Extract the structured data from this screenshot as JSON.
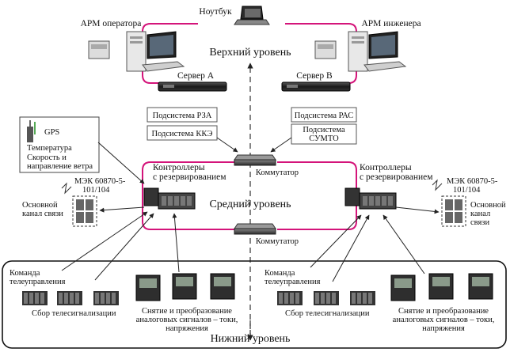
{
  "levels": {
    "top": "Верхний уровень",
    "middle": "Средний уровень",
    "bottom": "Нижний уровень"
  },
  "top": {
    "laptop": "Ноутбук",
    "operator_ws": "АРМ оператора",
    "engineer_ws": "АРМ инженера",
    "server_a": "Сервер А",
    "server_b": "Сервер В"
  },
  "subsystems": {
    "rza": "Подсистема РЗА",
    "kke": "Подсистема ККЭ",
    "ras": "Подсистема РАС",
    "sumto_line1": "Подсистема",
    "sumto_line2": "СУМТО"
  },
  "switches": {
    "upper": "Коммутатор",
    "lower": "Коммутатор"
  },
  "middle": {
    "ctrl_left_line1": "Контроллеры",
    "ctrl_left_line2": "с резервированием",
    "ctrl_right_line1": "Контроллеры",
    "ctrl_right_line2": "с резервированием"
  },
  "weather": {
    "gps": "GPS",
    "temp": "Температура",
    "wind_line1": "Скорость и",
    "wind_line2": "направление ветра"
  },
  "comm_left": {
    "std_line1": "МЭК 60870-5-",
    "std_line2": "101/104",
    "channel_line1": "Основной",
    "channel_line2": "канал связи"
  },
  "comm_right": {
    "std_line1": "МЭК 60870-5-",
    "std_line2": "101/104",
    "channel_line1": "Основной",
    "channel_line2": "канал",
    "channel_line3": "связи"
  },
  "bottom_left": {
    "cmd_line1": "Команда",
    "cmd_line2": "телеуправления",
    "collect": "Сбор телесигнализации",
    "analog_line1": "Снятие и преобразование",
    "analog_line2": "аналоговых сигналов – токи,",
    "analog_line3": "напряжения"
  },
  "bottom_right": {
    "cmd_line1": "Команда",
    "cmd_line2": "телеуправления",
    "collect": "Сбор телесигнализации",
    "analog_line1": "Снятие и преобразование",
    "analog_line2": "аналоговых сигналов – токи,",
    "analog_line3": "напряжения"
  },
  "colors": {
    "top_loop": "#d4147a",
    "mid_loop": "#d4147a"
  }
}
